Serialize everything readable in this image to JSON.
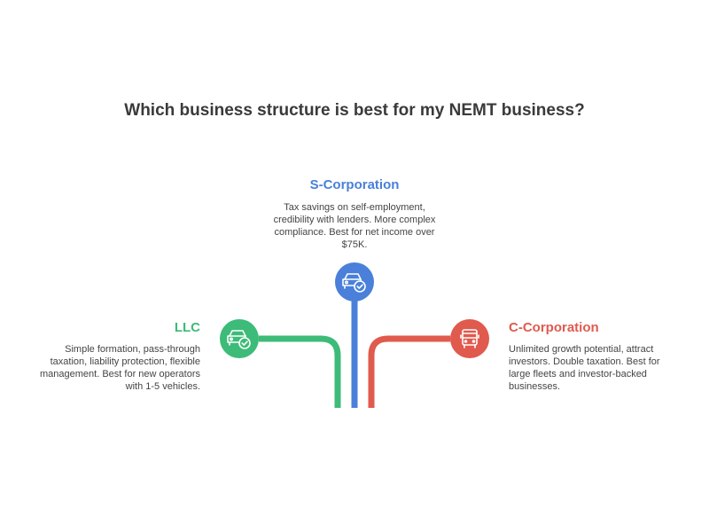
{
  "title": "Which business structure is best for my NEMT business?",
  "options": {
    "llc": {
      "heading": "LLC",
      "description": "Simple formation, pass-through taxation, liability protection, flexible management. Best for new operators with 1-5 vehicles.",
      "icon": "car-check-icon",
      "color": "#3dbb78"
    },
    "s_corp": {
      "heading": "S-Corporation",
      "description": "Tax savings on self-employment, credibility with lenders. More complex compliance. Best for net income over $75K.",
      "icon": "car-check-icon",
      "color": "#4a80d9"
    },
    "c_corp": {
      "heading": "C-Corporation",
      "description": "Unlimited growth potential, attract investors. Double taxation. Best for large fleets and investor-backed businesses.",
      "icon": "bus-icon",
      "color": "#e05a4e"
    }
  }
}
